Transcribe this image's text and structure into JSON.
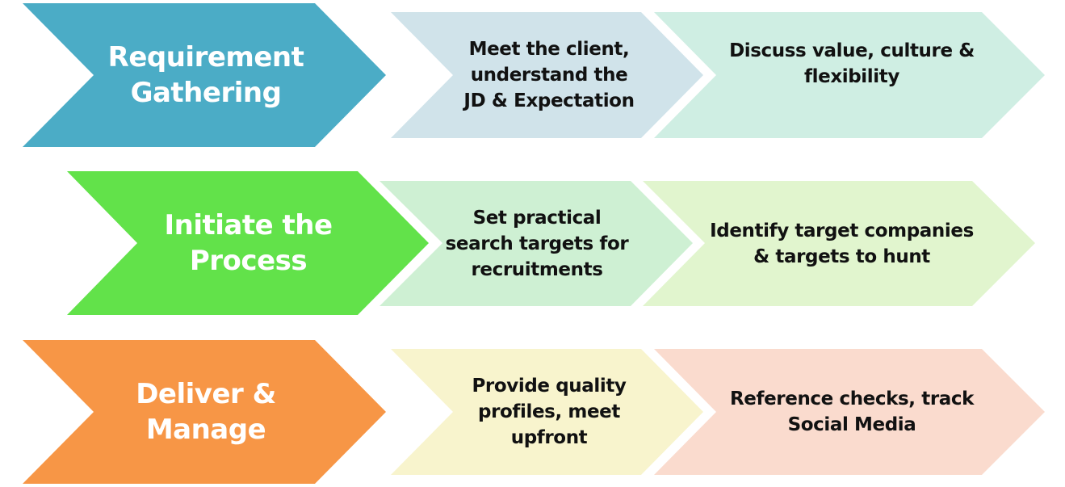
{
  "diagram": {
    "type": "chevron-process",
    "rows": [
      {
        "stage": "Requirement\nGathering",
        "stage_color": "#4BACC6",
        "steps": [
          {
            "text": "Meet the client,\nunderstand the\nJD & Expectation",
            "color": "#D0E3EA"
          },
          {
            "text": "Discuss value, culture &\nflexibility",
            "color": "#CFEEE3"
          }
        ]
      },
      {
        "stage": "Initiate the\nProcess",
        "stage_color": "#62E24A",
        "steps": [
          {
            "text": "Set practical\nsearch targets for\nrecruitments",
            "color": "#CEF0D3"
          },
          {
            "text": "Identify target companies\n& targets to hunt",
            "color": "#E1F5CE"
          }
        ]
      },
      {
        "stage": "Deliver &\nManage",
        "stage_color": "#F79646",
        "steps": [
          {
            "text": "Provide quality\nprofiles, meet\nupfront",
            "color": "#F8F4CD"
          },
          {
            "text": "Reference checks, track\nSocial Media",
            "color": "#FADBCE"
          }
        ]
      }
    ]
  }
}
